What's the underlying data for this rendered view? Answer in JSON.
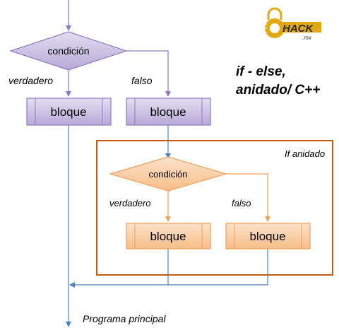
{
  "outer": {
    "condition_label": "condición",
    "true_label": "verdadero",
    "false_label": "falso",
    "block_true_label": "bloque",
    "block_false_label": "bloque"
  },
  "nested": {
    "frame_label": "If anidado",
    "condition_label": "condición",
    "true_label": "verdadero",
    "false_label": "falso",
    "block_true_label": "bloque",
    "block_false_label": "bloque"
  },
  "title_line1": "if - else,",
  "title_line2": "anidado/ C++",
  "footer_label": "Programa principal",
  "logo": {
    "text": "HACK",
    "subtext": ".mx"
  },
  "colors": {
    "outer_fill": "#c9bde0",
    "outer_stroke": "#8e7cc3",
    "nested_fill": "#fbcfa6",
    "nested_stroke": "#f0a05a",
    "frame": "#c55a11",
    "arrow": "#4f81bd",
    "logo_gold": "#e2a80e"
  }
}
